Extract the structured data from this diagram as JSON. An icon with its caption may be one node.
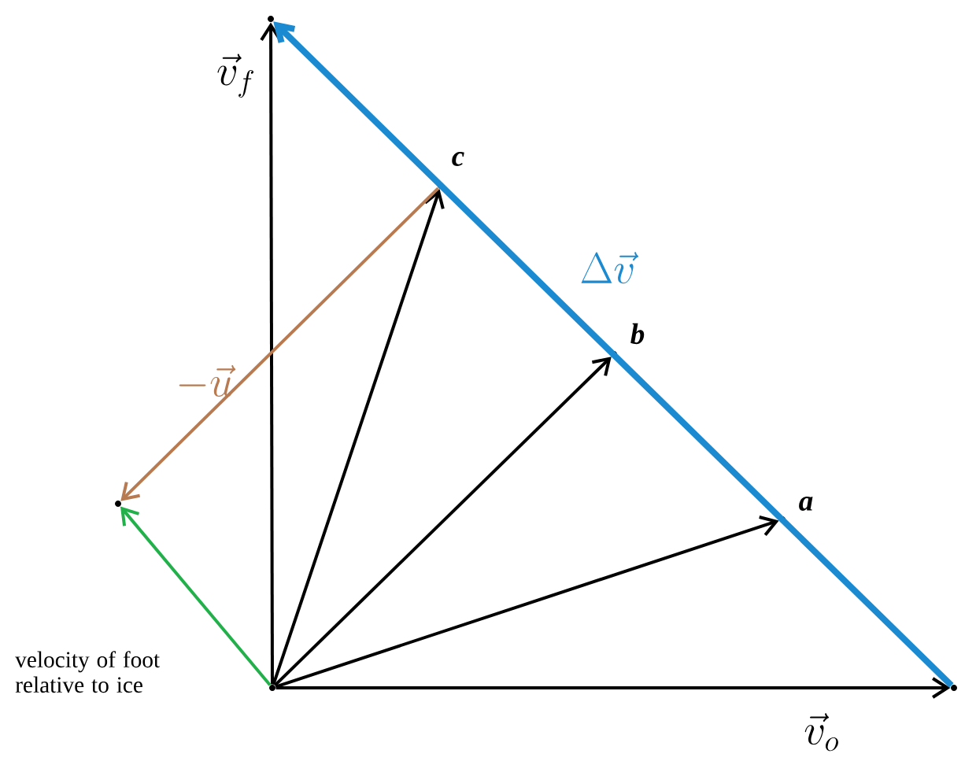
{
  "diagram": {
    "nodes": [
      {
        "text": [],
        "shape": "point"
      },
      {
        "text": [],
        "shape": "point",
        "beside": [
          "\\vec{v}_f"
        ]
      },
      {
        "text": [],
        "shape": "point"
      },
      {
        "text": [],
        "shape": "point",
        "beside": [
          "a"
        ]
      },
      {
        "text": [],
        "shape": "point",
        "beside": [
          "b"
        ]
      },
      {
        "text": [],
        "shape": "point",
        "beside": [
          "c"
        ]
      },
      {
        "text": [],
        "shape": "point"
      }
    ],
    "edges": [
      {
        "from": 0,
        "to": 1,
        "arrow": "to"
      },
      {
        "from": 0,
        "to": 2,
        "arrow": "to",
        "label": "\\vec{v}_o"
      },
      {
        "from": 0,
        "to": 3,
        "arrow": "to"
      },
      {
        "from": 0,
        "to": 4,
        "arrow": "to"
      },
      {
        "from": 0,
        "to": 5,
        "arrow": "to"
      },
      {
        "from": 2,
        "to": 1,
        "arrow": "to",
        "style": "thick",
        "color": "#1b8ad0",
        "label": "\\Delta\\vec{v}"
      },
      {
        "from": 5,
        "to": 6,
        "arrow": "to",
        "color": "#b87a50",
        "label": "-\\vec{u}"
      },
      {
        "from": 0,
        "to": 6,
        "arrow": "to",
        "color": "#22b04a",
        "label": "velocity of foot relative to ice"
      }
    ]
  }
}
